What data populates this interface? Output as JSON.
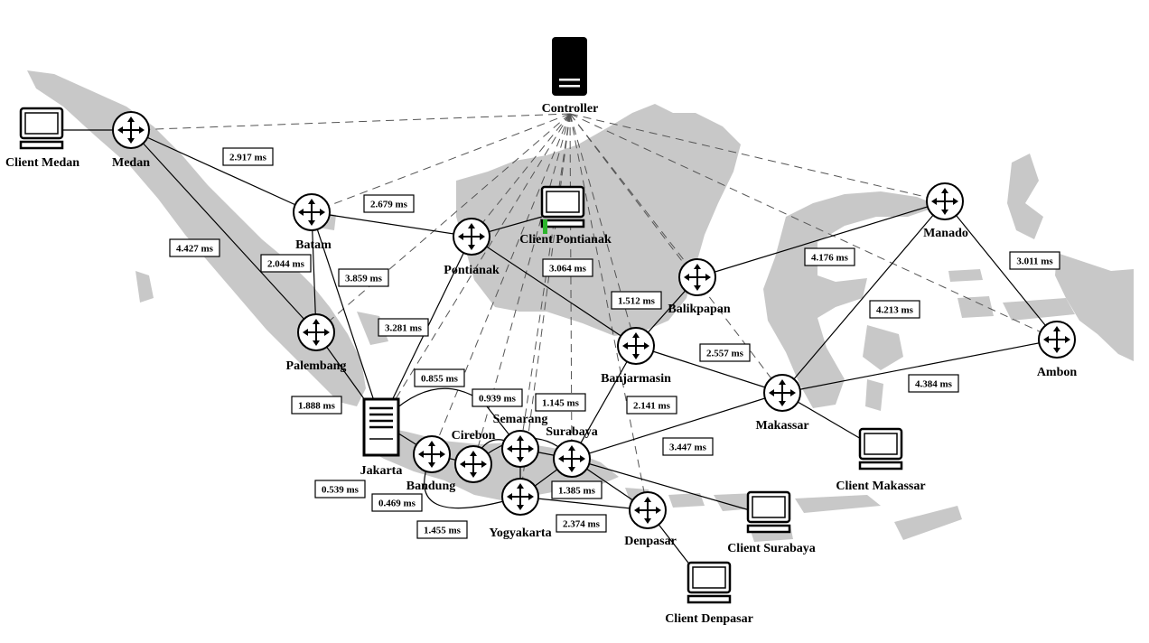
{
  "nodes": {
    "controller": "Controller",
    "medan": "Medan",
    "batam": "Batam",
    "palembang": "Palembang",
    "pontianak": "Pontianak",
    "jakarta": "Jakarta",
    "bandung": "Bandung",
    "cirebon": "Cirebon",
    "semarang": "Semarang",
    "yogyakarta": "Yogyakarta",
    "surabaya": "Surabaya",
    "denpasar": "Denpasar",
    "banjarmasin": "Banjarmasin",
    "balikpapan": "Balikpapan",
    "makassar": "Makassar",
    "manado": "Manado",
    "ambon": "Ambon"
  },
  "clients": {
    "medan": "Client Medan",
    "pontianak": "Client Pontianak",
    "makassar": "Client Makassar",
    "surabaya": "Client Surabaya",
    "denpasar": "Client Denpasar"
  },
  "latencies": {
    "medan_batam": "2.917 ms",
    "batam_pontianak": "2.679 ms",
    "medan_palembang": "4.427 ms",
    "batam_palembang": "2.044 ms",
    "batam_jakarta": "3.859 ms",
    "pontianak_jakarta": "3.281 ms",
    "pontianak_banjarmasin": "3.064 ms",
    "banjarmasin_balikpapan": "1.512 ms",
    "balikpapan_manado": "4.176 ms",
    "manado_ambon": "3.011 ms",
    "manado_makassar": "4.213 ms",
    "banjarmasin_makassar": "2.557 ms",
    "makassar_ambon": "4.384 ms",
    "palembang_jakarta": "1.888 ms",
    "jakarta_semarang": "0.855 ms",
    "cirebon_surabaya": "0.939 ms",
    "semarang_surabaya": "1.145 ms",
    "surabaya_banjarmasin": "2.141 ms",
    "surabaya_makassar": "3.447 ms",
    "jakarta_bandung": "0.539 ms",
    "bandung_cirebon": "0.469 ms",
    "bandung_yogyakarta": "1.455 ms",
    "yogyakarta_surabaya": "1.385 ms",
    "yogyakarta_denpasar": "2.374 ms"
  }
}
